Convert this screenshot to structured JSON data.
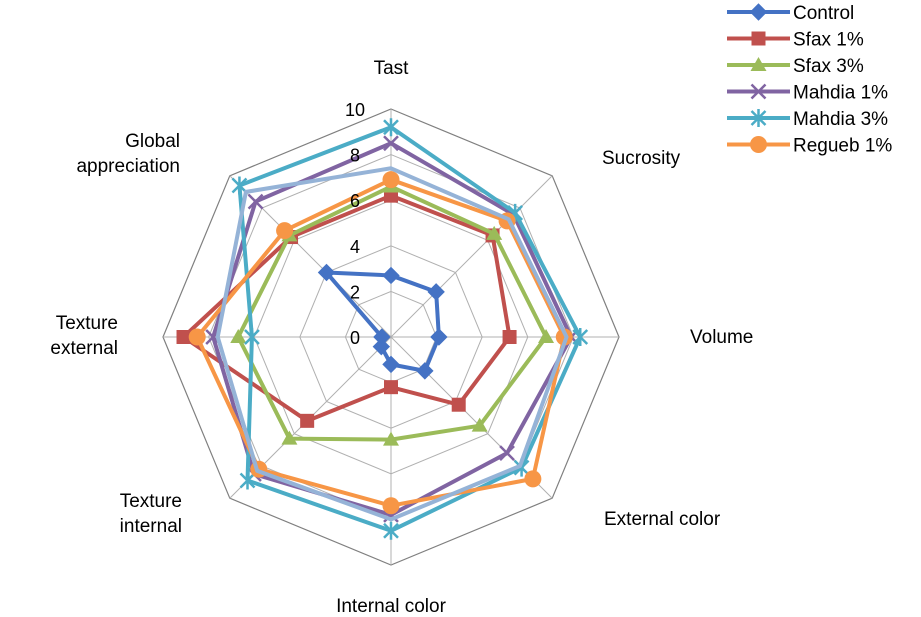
{
  "chart_data": {
    "type": "radar",
    "axes": [
      "Tast",
      "Sucrosity",
      "Volume",
      "External color",
      "Internal color",
      "Texture internal",
      "Texture external",
      "Global appreciation"
    ],
    "axis_label_lines": [
      [
        "Tast"
      ],
      [
        "Sucrosity"
      ],
      [
        "Volume"
      ],
      [
        "External color"
      ],
      [
        "Internal color"
      ],
      [
        "Texture",
        "internal"
      ],
      [
        "Texture",
        "external"
      ],
      [
        "Global",
        "appreciation"
      ]
    ],
    "rlim": [
      0,
      10
    ],
    "ticks": [
      0,
      2,
      4,
      6,
      8,
      10
    ],
    "tick_labels": [
      "0",
      "2",
      "4",
      "6",
      "8",
      "10"
    ],
    "grid": true,
    "legend_position": "top-right",
    "series": [
      {
        "name": "Control",
        "color": "#4472C4",
        "marker": "diamond",
        "values": [
          2.7,
          2.8,
          2.1,
          2.1,
          1.2,
          0.6,
          0.4,
          4.0
        ]
      },
      {
        "name": "Sfax 1%",
        "color": "#C0504D",
        "marker": "square",
        "values": [
          6.2,
          6.3,
          5.2,
          4.2,
          2.2,
          5.2,
          9.1,
          6.2
        ]
      },
      {
        "name": "Sfax 3%",
        "color": "#9BBB59",
        "marker": "triangle",
        "values": [
          6.6,
          6.4,
          6.8,
          5.5,
          4.5,
          6.3,
          6.7,
          6.3
        ]
      },
      {
        "name": "Mahdia 1%",
        "color": "#8064A2",
        "marker": "x",
        "values": [
          8.5,
          7.6,
          7.9,
          7.2,
          7.8,
          8.5,
          7.8,
          8.4
        ]
      },
      {
        "name": "Mahdia 3%",
        "color": "#4BACC6",
        "marker": "star",
        "values": [
          9.2,
          7.7,
          8.3,
          8.1,
          8.5,
          8.9,
          6.1,
          9.4
        ]
      },
      {
        "name": "Regueb 1%",
        "color": "#F79646",
        "marker": "circle",
        "values": [
          6.9,
          7.2,
          7.6,
          8.8,
          7.4,
          8.2,
          8.5,
          6.6
        ]
      },
      {
        "name": "",
        "color": "#95B3D7",
        "marker": "none",
        "values": [
          7.4,
          7.3,
          7.7,
          8.0,
          8.0,
          8.3,
          7.6,
          9.0
        ]
      }
    ]
  }
}
